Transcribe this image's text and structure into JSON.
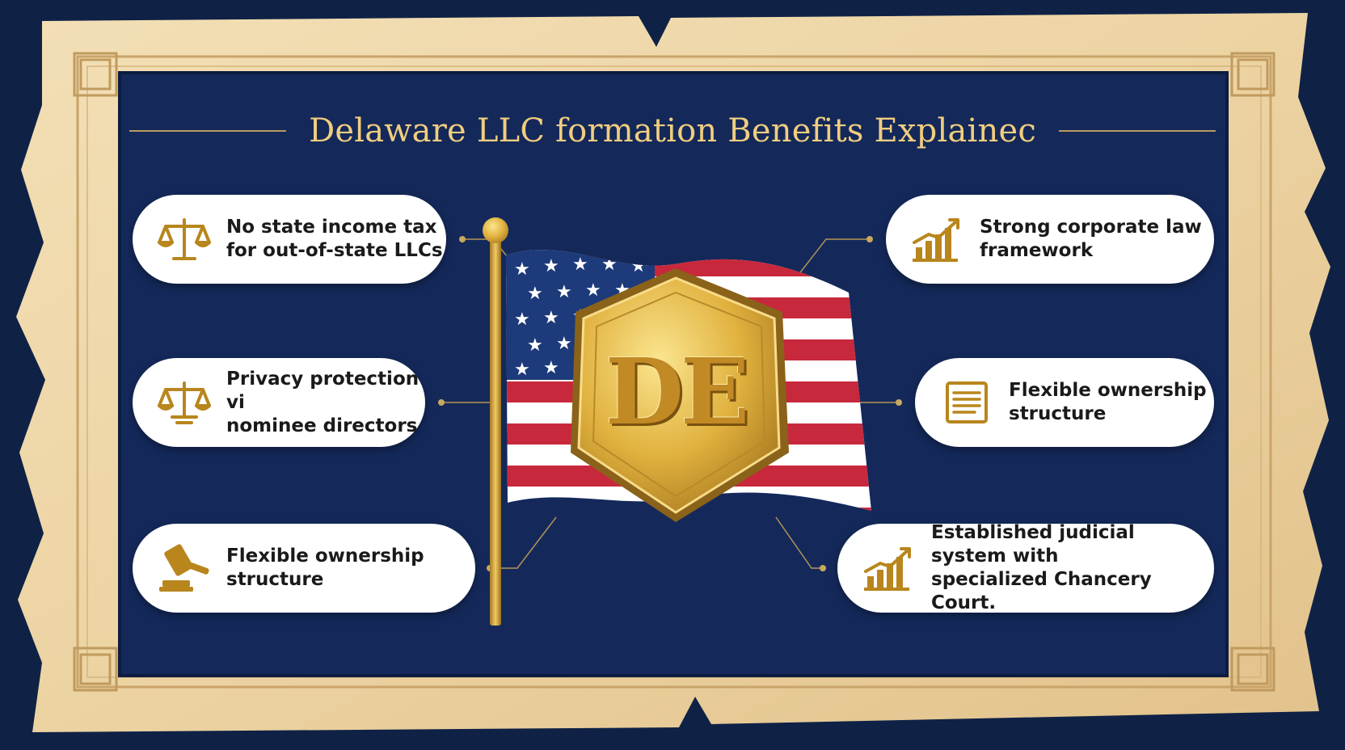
{
  "title": "Delaware LLC formation Benefits Explainec",
  "emblem_text": "DE",
  "colors": {
    "background": "#0f2246",
    "parchment": "#f0d7a8",
    "panel": "#14295a",
    "gold": "#d4a63a",
    "title": "#f1cd7f",
    "card": "#ffffff"
  },
  "left_cards": [
    {
      "text": "No state income tax\nfor out-of-state LLCs",
      "icon": "scales-icon"
    },
    {
      "text": "Privacy protection vi\nnominee directors",
      "icon": "scales-icon"
    },
    {
      "text": "Flexible ownership\nstructure",
      "icon": "gavel-icon"
    }
  ],
  "right_cards": [
    {
      "text": "Strong corporate law\nframework",
      "icon": "bar-chart-icon"
    },
    {
      "text": "Flexible ownership\nstructure",
      "icon": "document-icon"
    },
    {
      "text": "Established judicial system with\nspecialized Chancery Court.",
      "icon": "bar-chart-icon"
    }
  ]
}
